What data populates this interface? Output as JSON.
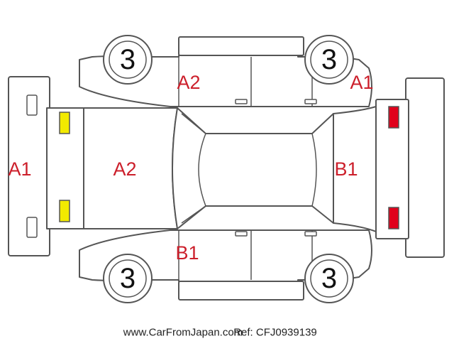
{
  "colors": {
    "damage_text": "#cc1f2b",
    "front_lights": "#f2ea00",
    "rear_lights": "#e0001b",
    "outline": "#555555"
  },
  "wheels": {
    "front_left": "3",
    "rear_left": "3",
    "front_right": "3",
    "rear_right": "3"
  },
  "damage_labels": {
    "front_bumper": "A1",
    "hood": "A2",
    "left_front_door": "A2",
    "rear_left_quarter": "A1",
    "right_front_door": "B1",
    "rear_window": "B1"
  },
  "footer": {
    "site": "www.CarFromJapan.com",
    "ref": "Ref: CFJ0939139"
  }
}
